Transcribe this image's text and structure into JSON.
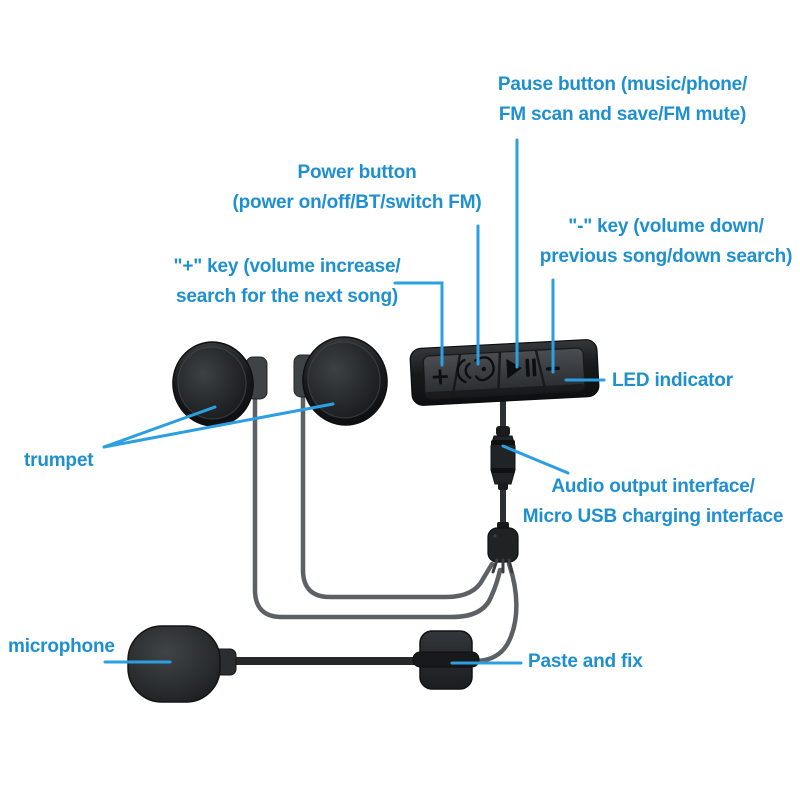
{
  "palette": {
    "label_blue": "#1e90d0",
    "line_blue": "#2b9fe2",
    "device_dark": "#17191b",
    "cable_gray": "#5d6165"
  },
  "labels": {
    "pause_button": {
      "line1": "Pause button (music/phone/",
      "line2": "FM scan and save/FM mute)"
    },
    "power_button": {
      "line1": "Power button",
      "line2": "(power on/off/BT/switch FM)"
    },
    "minus_key": {
      "line1": "\"-\" key (volume down/",
      "line2": "previous song/down search)"
    },
    "plus_key": {
      "line1": "\"+\" key (volume increase/",
      "line2": "search for the next song)"
    },
    "led_indicator": "LED indicator",
    "trumpet": "trumpet",
    "audio_interface": {
      "line1": "Audio output interface/",
      "line2": "Micro USB charging interface"
    },
    "microphone": "microphone",
    "paste_and_fix": "Paste and fix"
  },
  "device": {
    "plus_glyph": "+",
    "minus_glyph": "−",
    "icons": [
      "volume-up-plus-icon",
      "ear-call-icon",
      "play-pause-icon",
      "volume-down-minus-icon"
    ]
  }
}
